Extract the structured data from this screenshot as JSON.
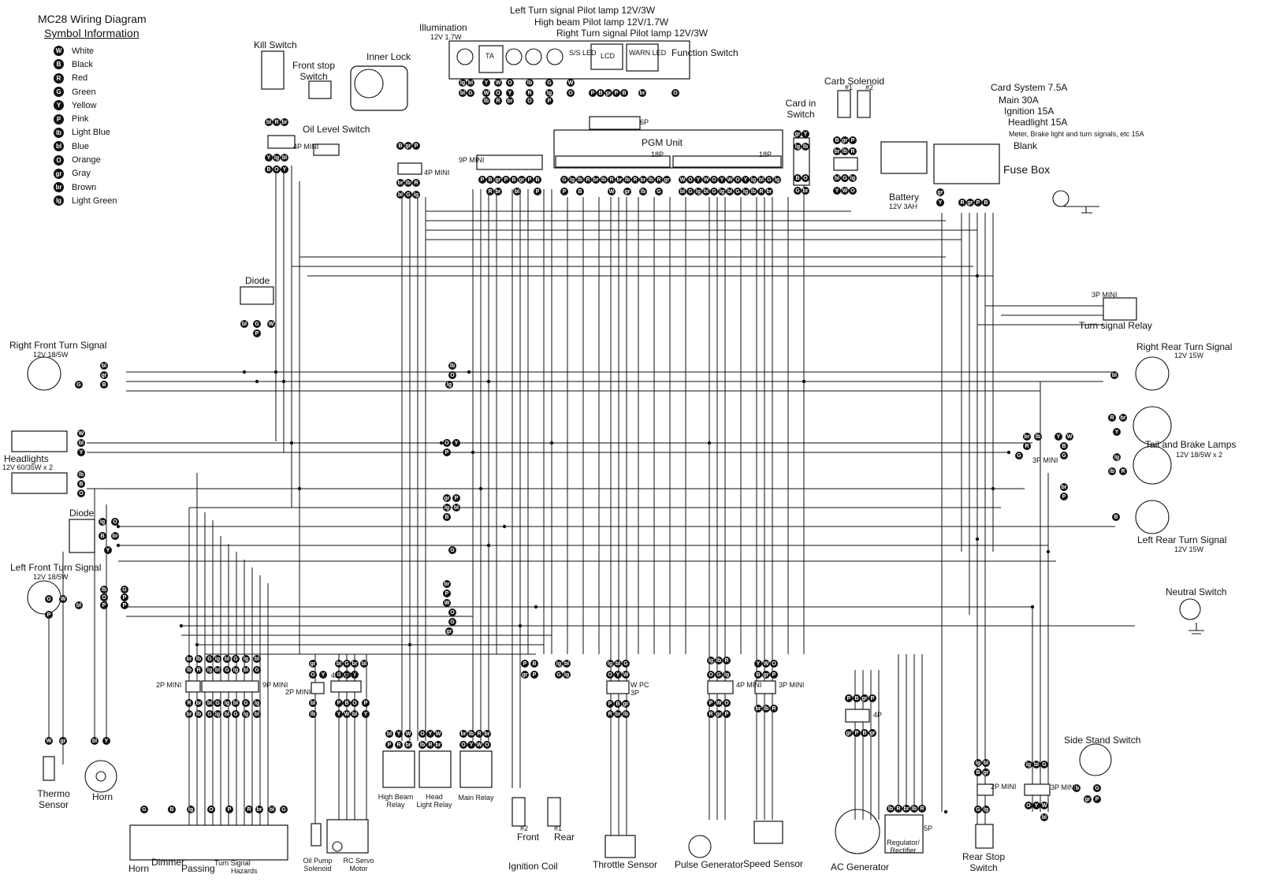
{
  "title": "MC28 Wiring Diagram",
  "subtitle": "Symbol Information",
  "legend": [
    {
      "code": "W",
      "name": "White"
    },
    {
      "code": "B",
      "name": "Black"
    },
    {
      "code": "R",
      "name": "Red"
    },
    {
      "code": "G",
      "name": "Green"
    },
    {
      "code": "Y",
      "name": "Yellow"
    },
    {
      "code": "P",
      "name": "Pink"
    },
    {
      "code": "lb",
      "name": "Light Blue"
    },
    {
      "code": "bl",
      "name": "Blue"
    },
    {
      "code": "O",
      "name": "Orange"
    },
    {
      "code": "gr",
      "name": "Gray"
    },
    {
      "code": "br",
      "name": "Brown"
    },
    {
      "code": "lg",
      "name": "Light Green"
    }
  ],
  "labels": {
    "kill_switch": "Kill Switch",
    "front_stop_switch": "Front stop\nSwitch",
    "inner_lock": "Inner Lock",
    "illumination": "Illumination",
    "illumination_spec": "12V 1.7W",
    "left_pilot": "Left Turn signal Pilot lamp 12V/3W",
    "high_beam_pilot": "High beam Pilot lamp 12V/1.7W",
    "right_pilot": "Right Turn signal Pilot lamp 12V/3W",
    "function_switch": "Function Switch",
    "ta": "TA",
    "ss_led": "S/S LED",
    "lcd": "LCD",
    "warn_led": "WARN LED",
    "oil_level_switch": "Oil Level Switch",
    "pgm_unit": "PGM Unit",
    "carb_solenoid": "Carb Solenoid",
    "card_in_switch": "Card in\nSwitch",
    "battery": "Battery",
    "battery_spec": "12V 3AH",
    "card_system": "Card System 7.5A",
    "main_fuse": "Main 30A",
    "ignition_fuse": "Ignition 15A",
    "headlight_fuse": "Headlight 15A",
    "meter_fuse": "Meter, Brake light and turn signals, etc 15A",
    "blank": "Blank",
    "fuse_box": "Fuse Box",
    "diode_top": "Diode",
    "turn_signal_relay": "Turn signal Relay",
    "right_front_turn": "Right Front Turn Signal",
    "right_front_spec": "12V 18/5W",
    "right_rear_turn": "Right Rear Turn Signal",
    "right_rear_spec": "12V 15W",
    "headlights": "Headlights",
    "headlights_spec": "12V 60/35W x 2",
    "tail_brake": "Tail and Brake Lamps",
    "tail_brake_spec": "12V 18/5W x 2",
    "diode_left": "Diode",
    "left_rear_turn": "Left Rear Turn Signal",
    "left_rear_spec": "12V 15W",
    "left_front_turn": "Left Front Turn Signal",
    "left_front_spec": "12V 18/5W",
    "neutral_switch": "Neutral Switch",
    "thermo_sensor": "Thermo\nSensor",
    "horn_comp": "Horn",
    "high_beam_relay": "High Beam\nRelay",
    "head_light_relay": "Head\nLight Relay",
    "main_relay": "Main Relay",
    "oil_pump_solenoid": "Oil Pump\nSolenoid",
    "rc_servo_motor": "RC Servo\nMotor",
    "front": "Front",
    "rear": "Rear",
    "ignition_coil": "Ignition Coil",
    "throttle_sensor": "Throttle Sensor",
    "pulse_generator": "Pulse Generator",
    "speed_sensor": "Speed Sensor",
    "ac_generator": "AC Generator",
    "regulator_rectifier": "Regulator/\nRectifier",
    "rear_stop_switch": "Rear Stop\nSwitch",
    "side_stand_switch": "Side Stand Switch",
    "horn_sw": "Horn",
    "dimmer": "Dimmer",
    "passing": "Passing",
    "turn_signal_sw": "Turn Signal",
    "hazards": "Hazards",
    "mini_4p": "4P MINI",
    "mini_9p": "9P MINI",
    "mini_2p": "2P MINI",
    "mini_3p": "3P MINI",
    "wpc_3p": "W PC\n3P",
    "pin_18p_a": "18P",
    "pin_18p_b": "18P",
    "pin_6p": "6P",
    "pin_4p": "4P",
    "pin_5p": "5P",
    "hash1": "#1",
    "hash2": "#2"
  }
}
